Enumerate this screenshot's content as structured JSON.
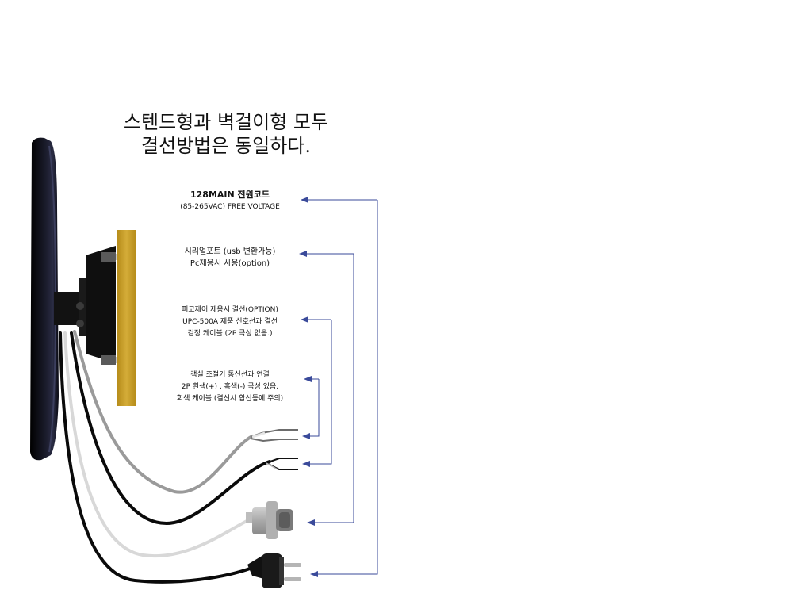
{
  "title": {
    "line1": "스텐드형과 벽걸이형 모두",
    "line2": "결선방법은 동일하다."
  },
  "labels": {
    "power": {
      "line1": "128MAIN 전원코드",
      "line2": "(85-265VAC)  FREE VOLTAGE"
    },
    "serial": {
      "line1": "시리얼포트 (usb 변환가능)",
      "line2": "Pc제용시 사용(option)"
    },
    "pico": {
      "line1": "피코제어 제용시 결선(OPTION)",
      "line2": "UPC-500A 제품 신호선과 결선",
      "line3": "검정 케이블 (2P 극성 없음.)"
    },
    "room": {
      "line1": "객실 조절기 통신선과 연결",
      "line2": "2P 흰색(+) , 흑색(-) 극성 있음.",
      "line3": "회색 케이블 (결선시 합선등에 주의)"
    }
  },
  "colors": {
    "arrow": "#3a4a9a",
    "bracket": "#c9a227",
    "monitor": "#0d0d14",
    "cable_gray": "#9a9a9a",
    "cable_light": "#d8d8d8",
    "cable_black": "#0a0a0a"
  }
}
